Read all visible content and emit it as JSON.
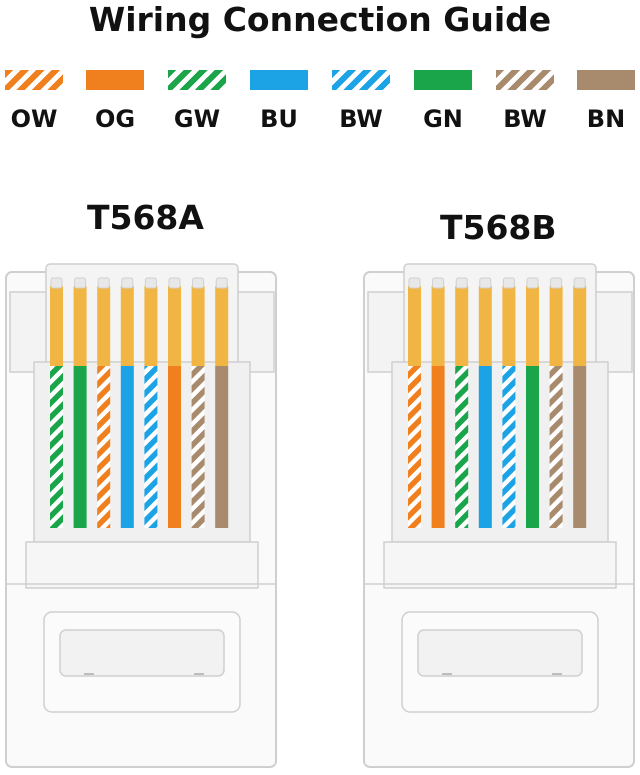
{
  "title": "Wiring Connection Guide",
  "colors": {
    "orange": "#F07F1E",
    "green": "#1BA54A",
    "blue": "#1CA3E5",
    "brown": "#A88A6D",
    "white": "#FFFFFF",
    "contact_gold": "#F1B544",
    "body_outline": "#D8D8D8"
  },
  "legend": [
    {
      "code": "OW",
      "color": "#F07F1E",
      "striped": true
    },
    {
      "code": "OG",
      "color": "#F07F1E",
      "striped": false
    },
    {
      "code": "GW",
      "color": "#1BA54A",
      "striped": true
    },
    {
      "code": "BU",
      "color": "#1CA3E5",
      "striped": false
    },
    {
      "code": "BW",
      "color": "#1CA3E5",
      "striped": true
    },
    {
      "code": "GN",
      "color": "#1BA54A",
      "striped": false
    },
    {
      "code": "BW",
      "color": "#A88A6D",
      "striped": true
    },
    {
      "code": "BN",
      "color": "#A88A6D",
      "striped": false
    }
  ],
  "standards": [
    {
      "label": "T568A",
      "wires": [
        {
          "color": "#1BA54A",
          "striped": true
        },
        {
          "color": "#1BA54A",
          "striped": false
        },
        {
          "color": "#F07F1E",
          "striped": true
        },
        {
          "color": "#1CA3E5",
          "striped": false
        },
        {
          "color": "#1CA3E5",
          "striped": true
        },
        {
          "color": "#F07F1E",
          "striped": false
        },
        {
          "color": "#A88A6D",
          "striped": true
        },
        {
          "color": "#A88A6D",
          "striped": false
        }
      ]
    },
    {
      "label": "T568B",
      "wires": [
        {
          "color": "#F07F1E",
          "striped": true
        },
        {
          "color": "#F07F1E",
          "striped": false
        },
        {
          "color": "#1BA54A",
          "striped": true
        },
        {
          "color": "#1CA3E5",
          "striped": false
        },
        {
          "color": "#1CA3E5",
          "striped": true
        },
        {
          "color": "#1BA54A",
          "striped": false
        },
        {
          "color": "#A88A6D",
          "striped": true
        },
        {
          "color": "#A88A6D",
          "striped": false
        }
      ]
    }
  ]
}
